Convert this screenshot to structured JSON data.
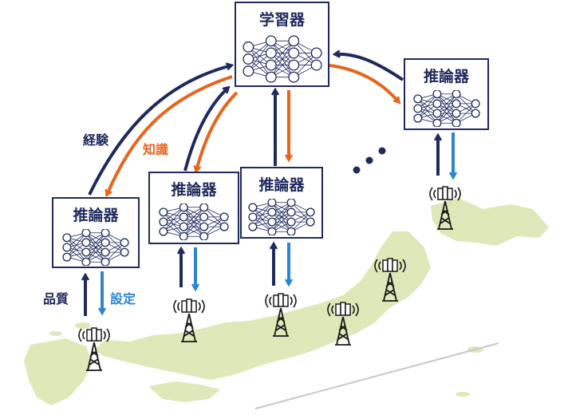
{
  "colors": {
    "navy": "#1f2a5c",
    "orange": "#e8641a",
    "blue": "#2c86cf",
    "map_fill": "#dfe8b8",
    "node_fill": "#ffffff"
  },
  "learner": {
    "title": "学習器"
  },
  "inference": [
    {
      "title": "推論器"
    },
    {
      "title": "推論器"
    },
    {
      "title": "推論器"
    },
    {
      "title": "推論器"
    }
  ],
  "labels": {
    "experience": "経験",
    "knowledge": "知識",
    "quality": "品質",
    "setting": "設定"
  },
  "icons": {
    "tower": "cell-tower-icon",
    "network": "neural-network-icon",
    "ellipsis": "ellipsis-icon"
  }
}
